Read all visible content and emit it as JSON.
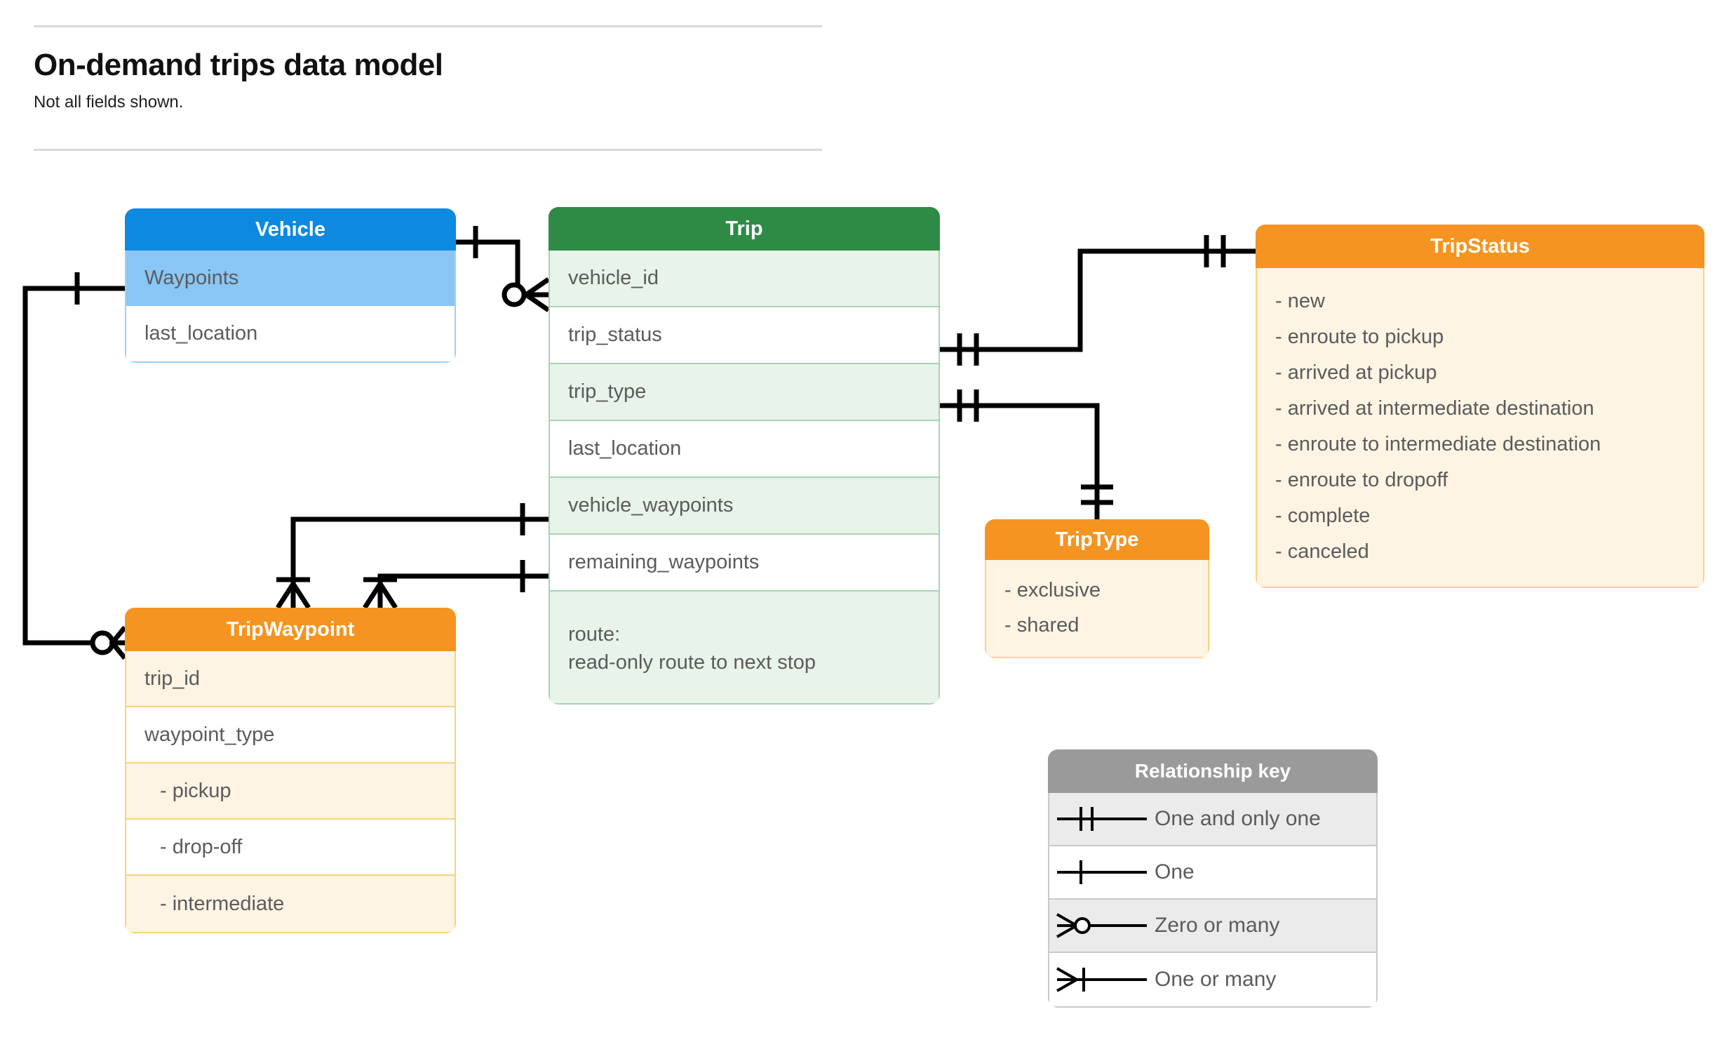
{
  "header": {
    "title": "On-demand trips data model",
    "subtitle": "Not all fields shown."
  },
  "entities": {
    "vehicle": {
      "name": "Vehicle",
      "header_color": "#0d8ae0",
      "rows": [
        "Waypoints",
        "last_location"
      ]
    },
    "trip": {
      "name": "Trip",
      "header_color": "#2e8b45",
      "rows": [
        "vehicle_id",
        "trip_status",
        "trip_type",
        "last_location",
        "vehicle_waypoints",
        "remaining_waypoints"
      ],
      "route_label": "route:",
      "route_desc": "read-only route to next stop"
    },
    "trip_status": {
      "name": "TripStatus",
      "header_color": "#f59420",
      "values": [
        "- new",
        "- enroute to pickup",
        "- arrived at pickup",
        "- arrived at intermediate destination",
        "- enroute to intermediate destination",
        "- enroute to dropoff",
        "- complete",
        "- canceled"
      ]
    },
    "trip_type": {
      "name": "TripType",
      "header_color": "#f59420",
      "values": [
        "- exclusive",
        "- shared"
      ]
    },
    "trip_waypoint": {
      "name": "TripWaypoint",
      "header_color": "#f59420",
      "rows": [
        "trip_id",
        "waypoint_type",
        "-  pickup",
        "-  drop-off",
        "-  intermediate"
      ]
    }
  },
  "relationship_key": {
    "title": "Relationship key",
    "header_color": "#9a9a9a",
    "items": [
      {
        "symbol": "one-and-only-one",
        "label": "One and only one"
      },
      {
        "symbol": "one",
        "label": "One"
      },
      {
        "symbol": "zero-or-many",
        "label": "Zero or many"
      },
      {
        "symbol": "one-or-many",
        "label": "One or many"
      }
    ]
  },
  "relationships": [
    {
      "from": "Vehicle",
      "from_card": "one",
      "to": "Trip.vehicle_id",
      "to_card": "zero-or-many"
    },
    {
      "from": "Vehicle.Waypoints",
      "from_card": "one",
      "to": "TripWaypoint",
      "to_card": "zero-or-many"
    },
    {
      "from": "Trip.trip_status",
      "from_card": "one-and-only-one",
      "to": "TripStatus",
      "to_card": "one-and-only-one"
    },
    {
      "from": "Trip.trip_type",
      "from_card": "one-and-only-one",
      "to": "TripType",
      "to_card": "one-and-only-one"
    },
    {
      "from": "Trip.vehicle_waypoints",
      "from_card": "one",
      "to": "TripWaypoint",
      "to_card": "one-or-many"
    },
    {
      "from": "Trip.remaining_waypoints",
      "from_card": "one",
      "to": "TripWaypoint",
      "to_card": "one-or-many"
    }
  ]
}
